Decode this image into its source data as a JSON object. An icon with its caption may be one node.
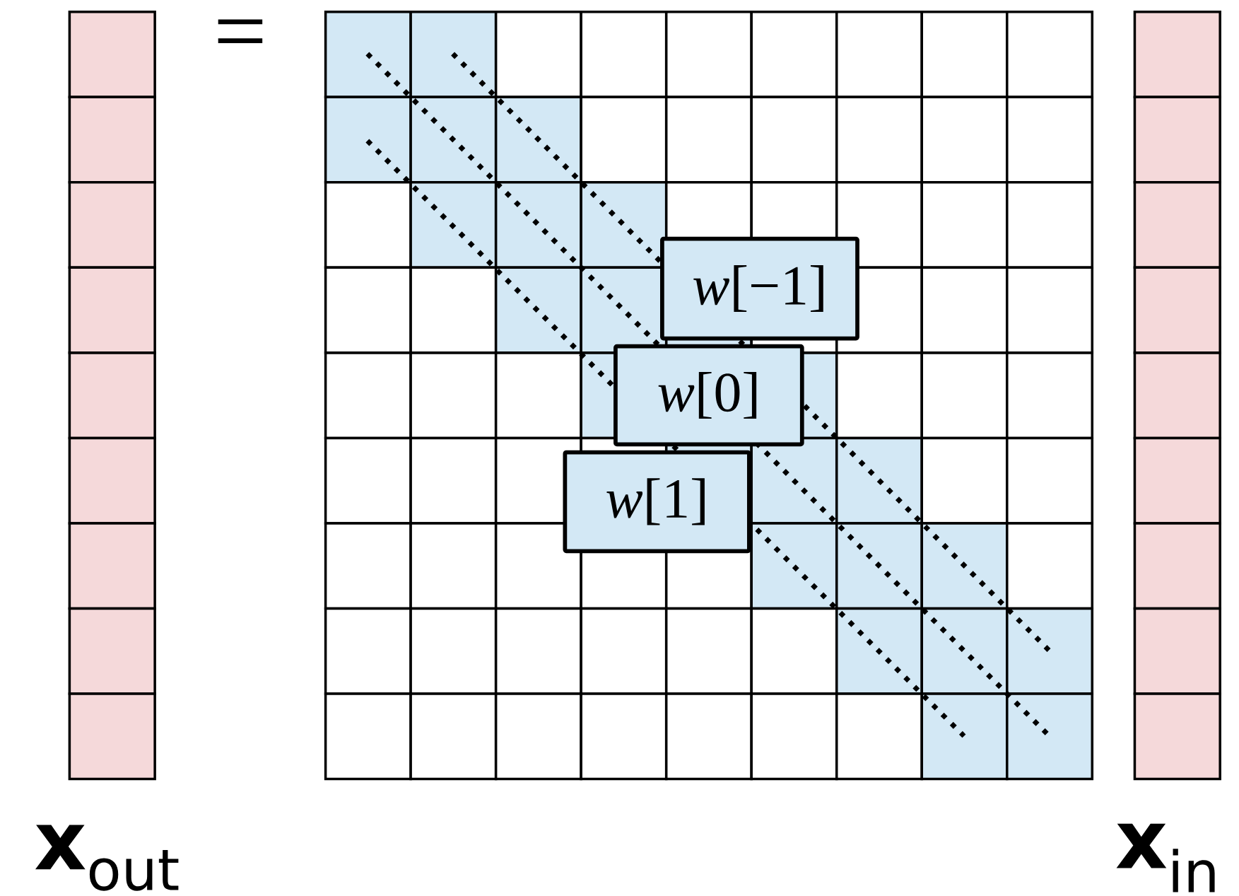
{
  "diagram": {
    "nodes": [
      {
        "text": [
          "*w*[−1]"
        ]
      },
      {
        "text": [
          "*w*[0]"
        ]
      },
      {
        "text": [
          "*w*[1]"
        ]
      }
    ],
    "labels": [
      "=",
      "**x**$_{out}$",
      "**x**$_{in}$"
    ]
  }
}
